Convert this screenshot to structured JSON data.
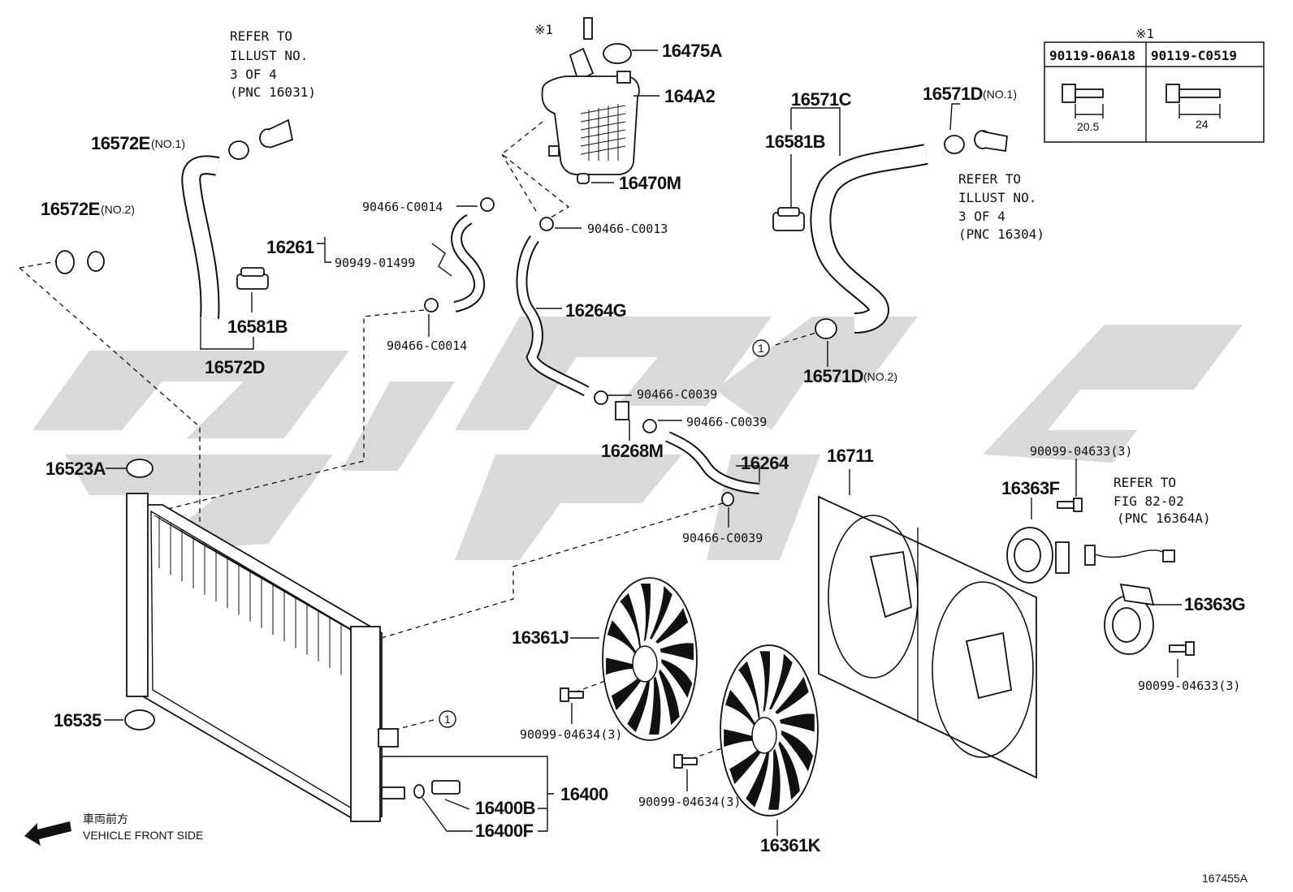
{
  "diagram_id": "167455A",
  "orientation": {
    "jp": "車両前方",
    "en": "VEHICLE FRONT SIDE"
  },
  "bolt_table": {
    "mark": "※1",
    "columns": [
      {
        "part": "90119-06A18",
        "dim": "20.5"
      },
      {
        "part": "90119-C0519",
        "dim": "24"
      }
    ]
  },
  "references": [
    {
      "lines": [
        "REFER TO",
        "ILLUST NO.",
        "3 OF 4",
        "(PNC 16031)"
      ]
    },
    {
      "lines": [
        "REFER TO",
        "ILLUST NO.",
        "3 OF 4",
        "(PNC 16304)"
      ]
    },
    {
      "lines": [
        "REFER TO",
        "FIG 82-02",
        "(PNC 16364A)"
      ]
    }
  ],
  "callouts": [
    {
      "label": "※1"
    },
    {
      "label": "16475A"
    },
    {
      "label": "164A2"
    },
    {
      "label": "16470M"
    },
    {
      "label": "16572E",
      "note": "(NO.1)"
    },
    {
      "label": "16572E",
      "note": "(NO.2)"
    },
    {
      "label": "16581B"
    },
    {
      "label": "16572D"
    },
    {
      "label": "90466-C0014"
    },
    {
      "label": "90466-C0013"
    },
    {
      "label": "16261"
    },
    {
      "label": "90949-01499"
    },
    {
      "label": "90466-C0014"
    },
    {
      "label": "16264G"
    },
    {
      "label": "90466-C0039"
    },
    {
      "label": "90466-C0039"
    },
    {
      "label": "16268M"
    },
    {
      "label": "16264"
    },
    {
      "label": "90466-C0039"
    },
    {
      "label": "16571C"
    },
    {
      "label": "16581B"
    },
    {
      "label": "16571D",
      "note": "(NO.1)"
    },
    {
      "label": "16571D",
      "note": "(NO.2)"
    },
    {
      "label": "1"
    },
    {
      "label": "16523A"
    },
    {
      "label": "16535"
    },
    {
      "label": "16711"
    },
    {
      "label": "16363F"
    },
    {
      "label": "90099-04633(3)"
    },
    {
      "label": "16363G"
    },
    {
      "label": "90099-04633(3)"
    },
    {
      "label": "16361J"
    },
    {
      "label": "90099-04634(3)"
    },
    {
      "label": "90099-04634(3)"
    },
    {
      "label": "16361K"
    },
    {
      "label": "1"
    },
    {
      "label": "16400"
    },
    {
      "label": "16400B"
    },
    {
      "label": "16400F"
    }
  ]
}
